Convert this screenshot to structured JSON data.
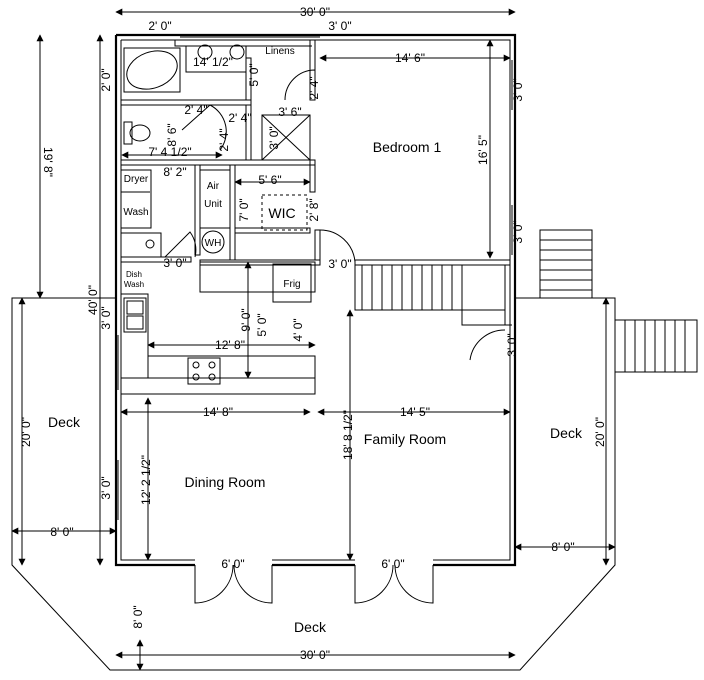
{
  "colors": {
    "line": "#000000",
    "background": "#ffffff"
  },
  "rooms": {
    "bedroom": "Bedroom 1",
    "family": "Family Room",
    "dining": "Dining Room",
    "wic": "WIC",
    "deck_left": "Deck",
    "deck_right": "Deck",
    "deck_bottom": "Deck"
  },
  "fixtures": {
    "linens": "Linens",
    "dryer": "Dryer",
    "wash": "Wash",
    "air": "Air",
    "unit": "Unit",
    "wh": "WH",
    "frig": "Frig",
    "dish": "Dish",
    "dish_wash": "Wash"
  },
  "dimensions": {
    "top_overall": "30' 0\"",
    "bottom_overall": "30' 0\"",
    "top_2_0": "2' 0\"",
    "top_3_0": "3' 0\"",
    "bed_width": "14' 6\"",
    "bed_depth": "16' 5\"",
    "bed_win_1": "3' 0\"",
    "bed_win_2": "3' 0\"",
    "left_19_8": "19' 8\"",
    "left_2_0": "2' 0\"",
    "left_40_0": "40' 0\"",
    "bath_14_1_2": "14' 1/2\"",
    "bath_5_0": "5' 0\"",
    "bath_2_4_door": "2' 4\"",
    "bath_2_4_a": "2' 4\"",
    "bath_2_4_b": "2' 4\"",
    "bath_2_4_c": "2' 4\"",
    "bath_3_6": "3' 6\"",
    "bath_8_6": "8' 6\"",
    "bath_3_0": "3' 0\"",
    "bath_7_4_1_2": "7' 4 1/2\"",
    "laundry_8_2": "8' 2\"",
    "wic_5_6": "5' 6\"",
    "wic_7_0": "7' 0\"",
    "wic_2_8": "2' 8\"",
    "door_3_0_a": "3' 0\"",
    "door_3_0_b": "3' 0\"",
    "kitchen_9_0": "9' 0\"",
    "kitchen_5_0": "5' 0\"",
    "kitchen_4_0": "4' 0\"",
    "kitchen_3_0": "3' 0\"",
    "kitchen_12_8": "12' 8\"",
    "dining_width": "14' 8\"",
    "family_width": "14' 5\"",
    "family_depth": "18' 8 1/2\"",
    "dining_depth": "12' 2 1/2\"",
    "dining_win": "3' 0\"",
    "stair_door": "3' 0\"",
    "deck_left_depth": "20' 0\"",
    "deck_left_width": "8' 0\"",
    "deck_right_depth": "20' 0\"",
    "deck_right_width": "8' 0\"",
    "patio_door_a": "6' 0\"",
    "patio_door_b": "6' 0\"",
    "deck_bottom_depth": "8' 0\""
  }
}
